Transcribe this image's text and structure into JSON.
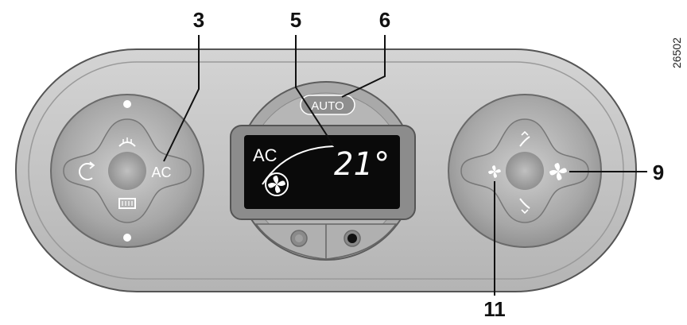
{
  "callouts": {
    "c3": "3",
    "c5": "5",
    "c6": "6",
    "c9": "9",
    "c11": "11"
  },
  "reference_number": "26502",
  "panel": {
    "auto_button_label": "AUTO",
    "ac_button_label": "AC"
  },
  "display": {
    "mode_label": "AC",
    "temperature": "21°"
  },
  "icons": {
    "front_defrost": "front-defrost-icon",
    "rear_defrost": "rear-defrost-icon",
    "recirculation": "recirculation-icon",
    "fan_display": "fan-icon",
    "fan_low": "fan-low-icon",
    "fan_high": "fan-high-icon",
    "air_up": "air-distribution-up-icon",
    "air_down": "air-distribution-down-icon"
  },
  "colors": {
    "panel_outer": "#c7c7c7",
    "panel_inner": "#a9a9a9",
    "lcd": "#0a0a0a",
    "label": "#111111"
  }
}
